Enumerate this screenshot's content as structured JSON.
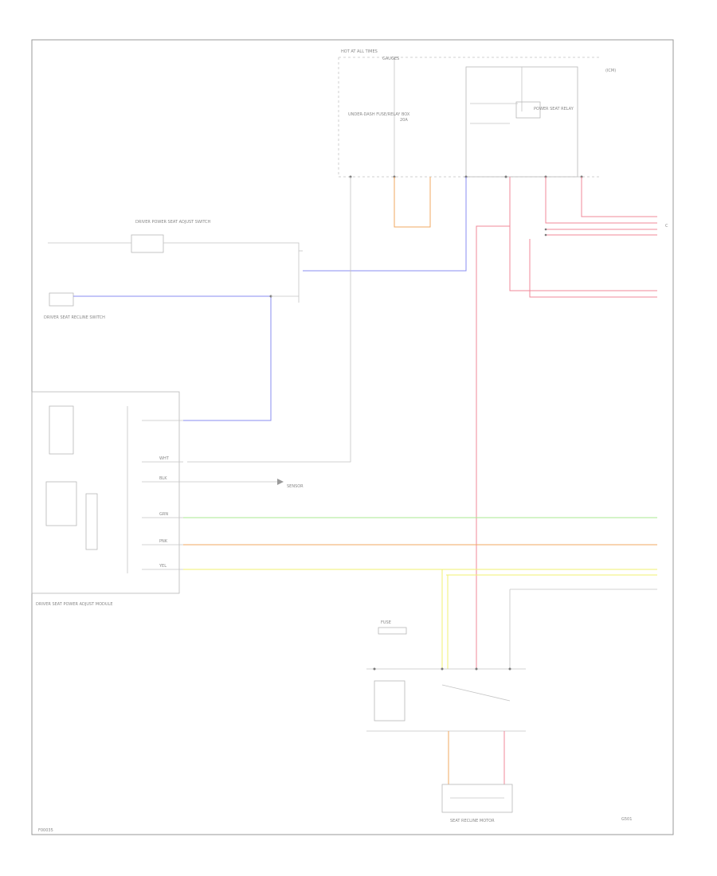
{
  "colors": {
    "frame": "#9a9a9a",
    "wire_blue": "#8a8cf0",
    "wire_red": "#f0889a",
    "wire_orange": "#f2a860",
    "wire_green": "#a8e890",
    "wire_yellow": "#f0f070",
    "wire_gray": "#c4c4c4",
    "text": "#888888"
  },
  "labels": {
    "power_source": "HOT AT ALL TIMES",
    "gauges_fuse": "GAUGES",
    "power_note": "(ICM)",
    "driver_module_label": "DRIVER SEAT POWER ADJUST MODULE",
    "motor_label": "SEAT RECLINE MOTOR",
    "bottom_left": "F00035",
    "interior_box": "UNDER-DASH FUSE/RELAY BOX",
    "interior_fuse": "20A",
    "power_relay": "POWER SEAT RELAY",
    "left_switch": "DRIVER POWER SEAT ADJUST SWITCH",
    "reclined_switch": "DRIVER SEAT RECLINE SWITCH",
    "foot_connector": "FUSE",
    "sensor": "SENSOR",
    "module_pin_1": "GRN",
    "module_pin_2": "BLK",
    "module_pin_3": "WHT",
    "module_pin_4": "PNK",
    "module_pin_5": "YEL",
    "right_terminal": "C",
    "gnd": "G501"
  }
}
